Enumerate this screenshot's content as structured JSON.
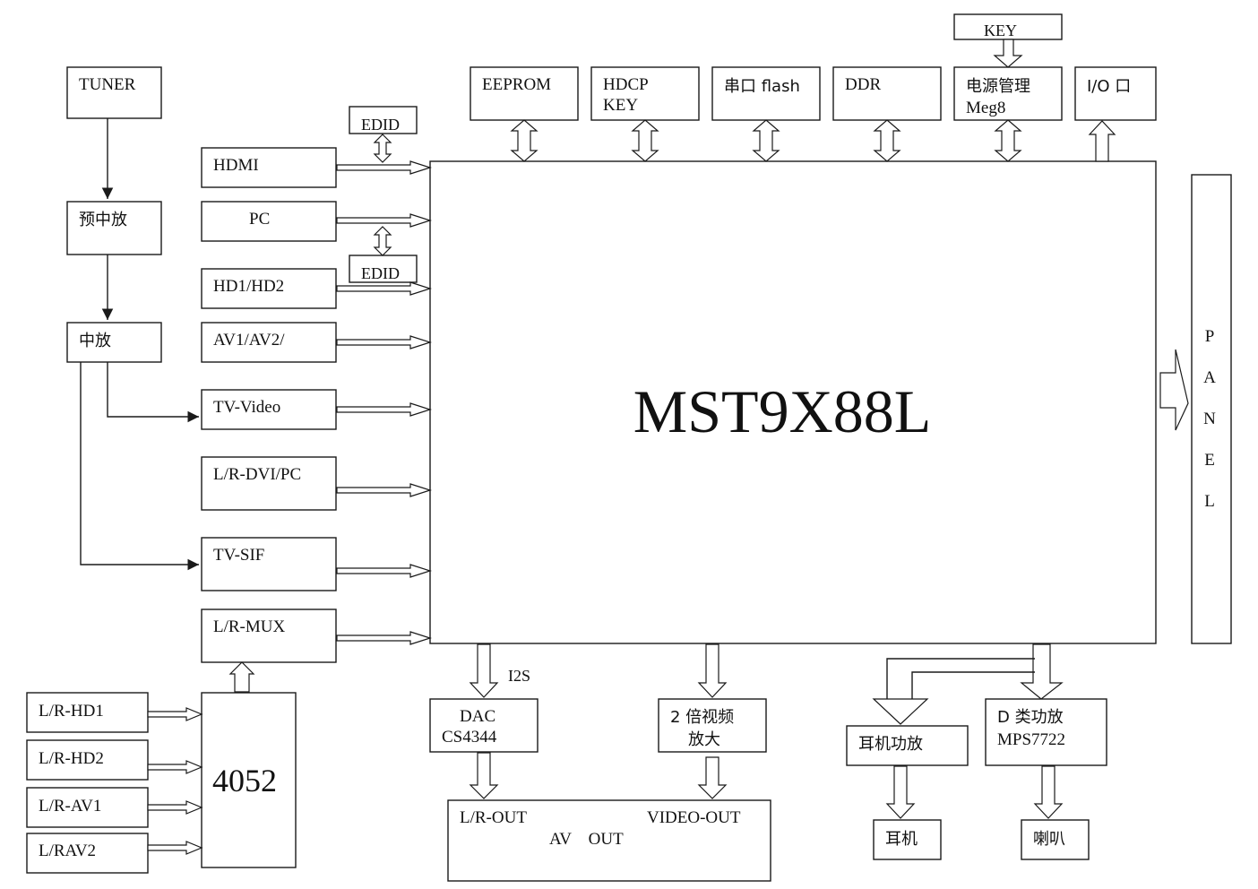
{
  "chip": {
    "label": "MST9X88L"
  },
  "panel": {
    "letters": [
      "P",
      "A",
      "N",
      "E",
      "L"
    ]
  },
  "tuner_chain": {
    "tuner": "TUNER",
    "pre_if": "预中放",
    "if_amp": "中放"
  },
  "inputs": {
    "hdmi": "HDMI",
    "pc": "PC",
    "hd": "HD1/HD2",
    "av": "AV1/AV2/",
    "tv_video": "TV-Video",
    "lr_dvi_pc": "L/R-DVI/PC",
    "tv_sif": "TV-SIF",
    "lr_mux": "L/R-MUX"
  },
  "edid": {
    "top": "EDID",
    "bottom": "EDID"
  },
  "top_peripherals": {
    "eeprom": "EEPROM",
    "hdcp_line1": "HDCP",
    "hdcp_line2": "KEY",
    "flash": "串口 flash",
    "ddr": "DDR",
    "power_line1": "电源管理",
    "power_line2": "Meg8",
    "io": "I/O 口",
    "key": "KEY"
  },
  "audio_mux": {
    "chip": "4052",
    "inputs": [
      "L/R-HD1",
      "L/R-HD2",
      "L/R-AV1",
      "L/RAV2"
    ]
  },
  "outputs": {
    "i2s": "I2S",
    "dac_line1": "DAC",
    "dac_line2": "CS4344",
    "video_amp_line1": "2 倍视频",
    "video_amp_line2": "放大",
    "av_out_lr": "L/R-OUT",
    "av_out_video": "VIDEO-OUT",
    "av_out_title": "AV    OUT",
    "hp_amp": "耳机功放",
    "class_d_line1": "D 类功放",
    "class_d_line2": "MPS7722",
    "headphone": "耳机",
    "speaker": "喇叭"
  }
}
